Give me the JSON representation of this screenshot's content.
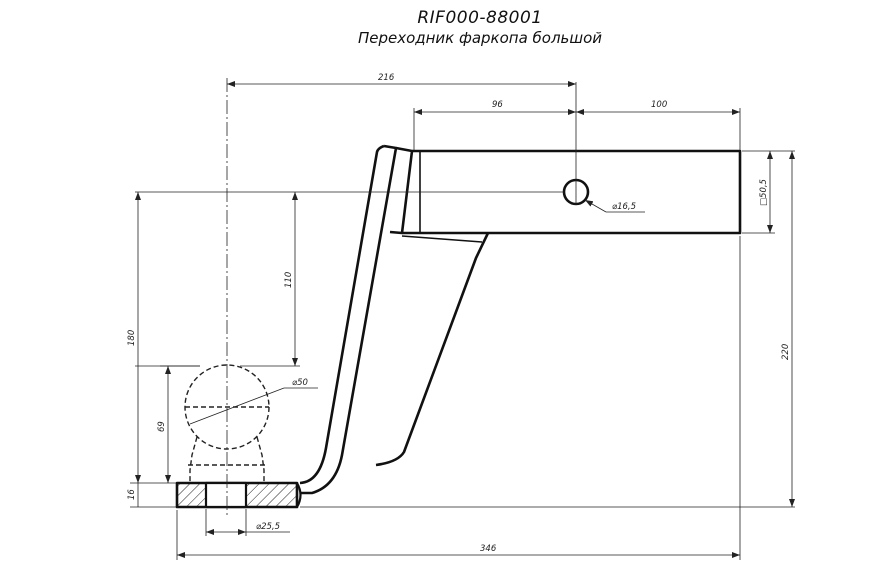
{
  "title": {
    "code": "RIF000-88001",
    "name": "Переходник фаркопа большой"
  },
  "dimensions": {
    "overall_height_to_ball": "216",
    "hole_offset": "96",
    "tube_end_length": "100",
    "hole_diameter": "⌀16,5",
    "tube_square": "□50,5",
    "ball_to_tube_height": "110",
    "total_height_left": "180",
    "ball_diameter": "⌀50",
    "ball_height": "69",
    "plate_thickness": "16",
    "ball_bolt_diameter": "⌀25,5",
    "overall_length": "346",
    "overall_height_right": "220"
  }
}
